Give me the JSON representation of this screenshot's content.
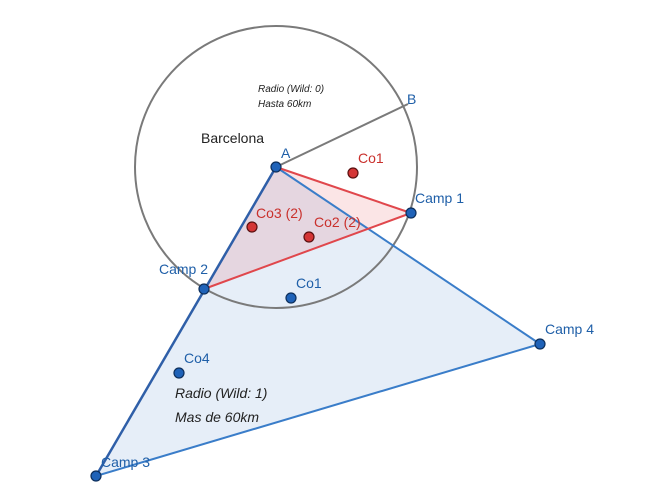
{
  "labels": {
    "A": "A",
    "B": "B",
    "barcelona": "Barcelona",
    "camp1": "Camp 1",
    "camp2": "Camp 2",
    "camp3": "Camp 3",
    "camp4": "Camp 4",
    "co1_red": "Co1",
    "co1_blue": "Co1",
    "co2": "Co2 (2)",
    "co3": "Co3 (2)",
    "co4": "Co4"
  },
  "notes": {
    "inner_line1": "Radio (Wild: 0)",
    "inner_line2": "Hasta 60km",
    "outer_line1": "Radio (Wild: 1)",
    "outer_line2": "Mas de 60km"
  },
  "colors": {
    "blue": "#3a7dc9",
    "blue_fill": "#dce8f5",
    "red": "#e0474c",
    "red_fill": "#f6d3d3",
    "circle": "#7a7a7a"
  }
}
